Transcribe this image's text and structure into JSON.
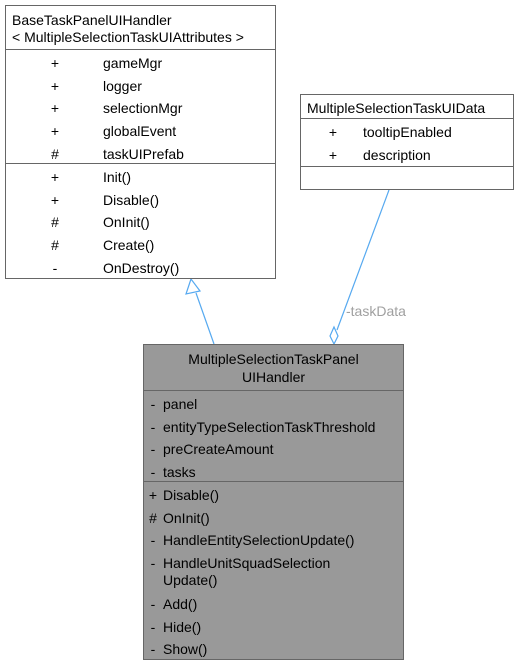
{
  "base": {
    "title1": "BaseTaskPanelUIHandler",
    "title2": "< MultipleSelectionTaskUIAttributes >",
    "attributes": [
      {
        "sym": "+",
        "name": "gameMgr"
      },
      {
        "sym": "+",
        "name": "logger"
      },
      {
        "sym": "+",
        "name": "selectionMgr"
      },
      {
        "sym": "+",
        "name": "globalEvent"
      },
      {
        "sym": "#",
        "name": "taskUIPrefab"
      }
    ],
    "methods": [
      {
        "sym": "+",
        "name": "Init()"
      },
      {
        "sym": "+",
        "name": "Disable()"
      },
      {
        "sym": "#",
        "name": "OnInit()"
      },
      {
        "sym": "#",
        "name": "Create()"
      },
      {
        "sym": "-",
        "name": "OnDestroy()"
      }
    ]
  },
  "data": {
    "title": "MultipleSelectionTaskUIData",
    "attributes": [
      {
        "sym": "+",
        "name": "tooltipEnabled"
      },
      {
        "sym": "+",
        "name": "description"
      }
    ]
  },
  "main": {
    "title1": "MultipleSelectionTaskPanel",
    "title2": "UIHandler",
    "attributes": [
      {
        "sym": "-",
        "name": "panel"
      },
      {
        "sym": "-",
        "name": "entityTypeSelectionTaskThreshold"
      },
      {
        "sym": "-",
        "name": "preCreateAmount"
      },
      {
        "sym": "-",
        "name": "tasks"
      }
    ],
    "methods": [
      {
        "sym": "+",
        "lines": [
          "Disable()"
        ]
      },
      {
        "sym": "#",
        "lines": [
          "OnInit()"
        ]
      },
      {
        "sym": "-",
        "lines": [
          "HandleEntitySelectionUpdate()"
        ]
      },
      {
        "sym": "-",
        "lines": [
          "HandleUnitSquadSelection",
          "Update()"
        ]
      },
      {
        "sym": "-",
        "lines": [
          "Add()"
        ]
      },
      {
        "sym": "-",
        "lines": [
          "Hide()"
        ]
      },
      {
        "sym": "-",
        "lines": [
          "Show()"
        ]
      }
    ]
  },
  "links": {
    "association_label": "-taskData"
  },
  "colors": {
    "line": "#56a9f0",
    "box_border": "#666666",
    "highlight_fill": "#999999",
    "label": "#a0a0a0"
  }
}
